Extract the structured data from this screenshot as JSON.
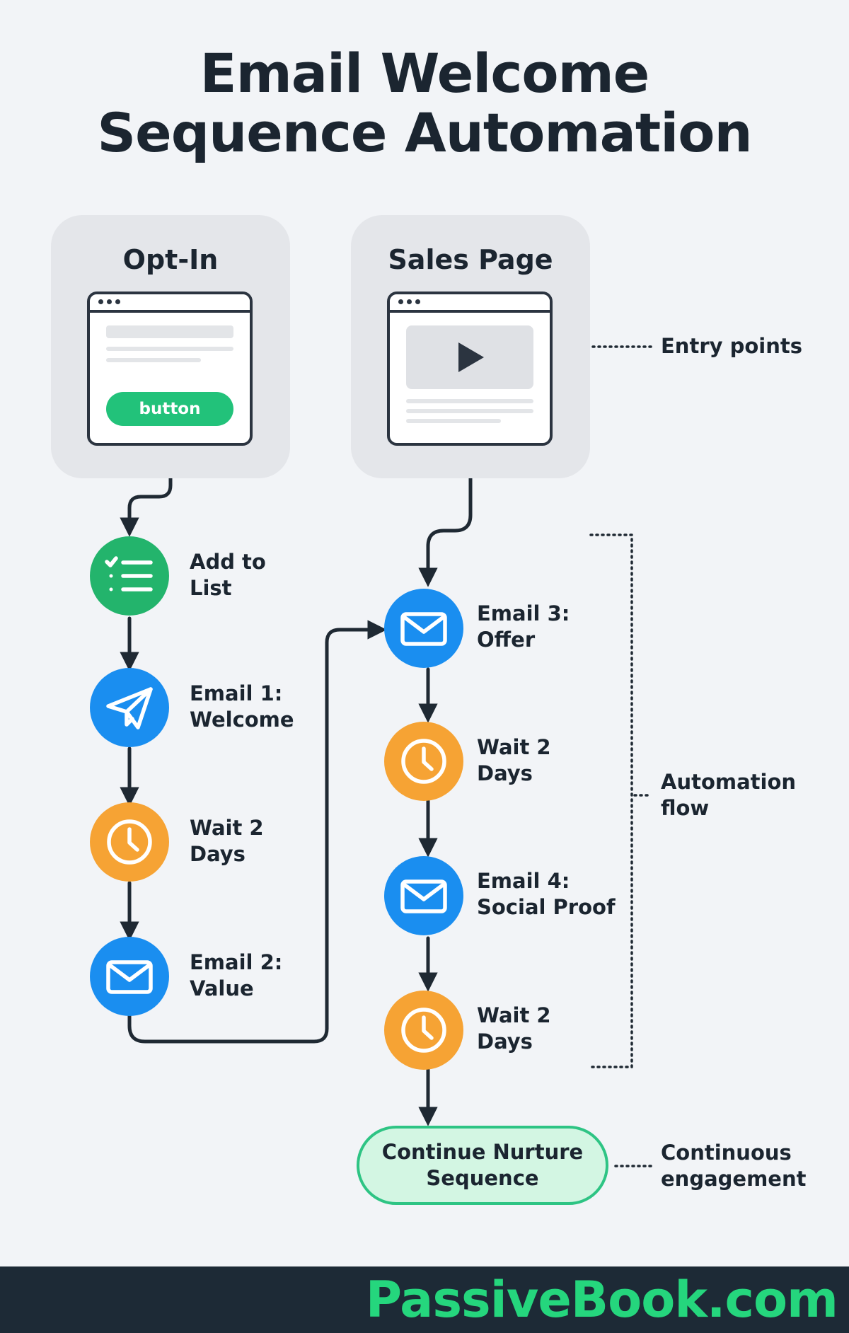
{
  "title": {
    "line1": "Email Welcome",
    "line2": "Sequence Automation"
  },
  "entry_points": {
    "opt_in": {
      "title": "Opt-In",
      "button_label": "button"
    },
    "sales_page": {
      "title": "Sales Page"
    }
  },
  "left_flow": [
    {
      "icon": "checklist-icon",
      "color": "#23b46c",
      "label": [
        "Add to",
        "List"
      ]
    },
    {
      "icon": "paper-plane-icon",
      "color": "#1a8ef0",
      "label": [
        "Email 1:",
        "Welcome"
      ]
    },
    {
      "icon": "clock-icon",
      "color": "#f6a334",
      "label": [
        "Wait 2",
        "Days"
      ]
    },
    {
      "icon": "envelope-icon",
      "color": "#1a8ef0",
      "label": [
        "Email 2:",
        "Value"
      ]
    }
  ],
  "right_flow": [
    {
      "icon": "envelope-icon",
      "color": "#1a8ef0",
      "label": [
        "Email 3:",
        "Offer"
      ]
    },
    {
      "icon": "clock-icon",
      "color": "#f6a334",
      "label": [
        "Wait 2",
        "Days"
      ]
    },
    {
      "icon": "envelope-icon",
      "color": "#1a8ef0",
      "label": [
        "Email 4:",
        "Social Proof"
      ]
    },
    {
      "icon": "clock-icon",
      "color": "#f6a334",
      "label": [
        "Wait 2",
        "Days"
      ]
    }
  ],
  "final_step": {
    "label": [
      "Continue Nurture",
      "Sequence"
    ]
  },
  "annotations": {
    "entry_points": "Entry points",
    "automation_flow": [
      "Automation",
      "flow"
    ],
    "continuous": [
      "Continuous",
      "engagement"
    ]
  },
  "footer": {
    "brand": "PassiveBook.com"
  },
  "colors": {
    "background": "#f2f4f7",
    "text": "#1b2530",
    "green": "#23b46c",
    "blue": "#1a8ef0",
    "orange": "#f6a334",
    "pill_fill": "#d3f6e3",
    "pill_border": "#2ec484",
    "footer_bg": "#1d2a36",
    "brand_text": "#25d67d"
  }
}
